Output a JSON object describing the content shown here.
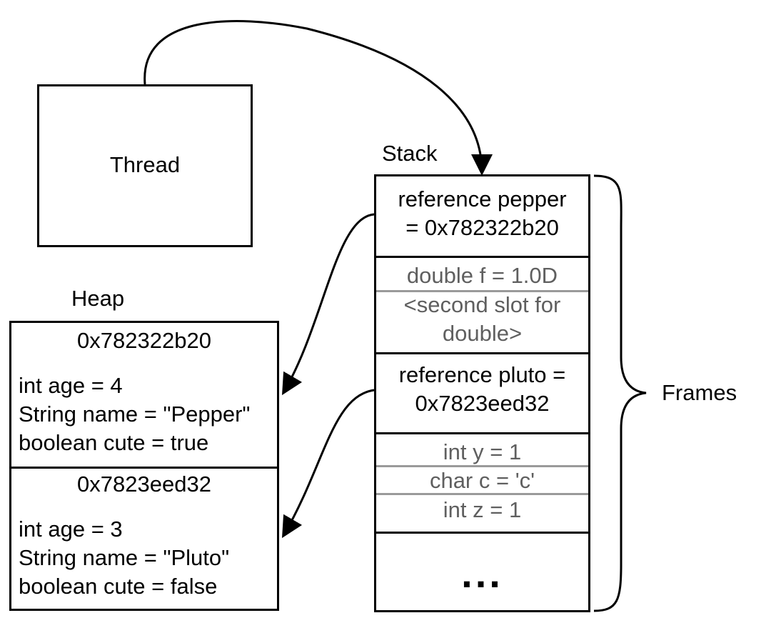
{
  "thread": {
    "label": "Thread"
  },
  "stack": {
    "label": "Stack",
    "cells": [
      {
        "lines": [
          "reference pepper",
          "= 0x782322b20"
        ]
      },
      {
        "lines": [
          "double f = 1.0D"
        ]
      },
      {
        "lines": [
          "<second slot for",
          "double>"
        ]
      },
      {
        "lines": [
          "reference pluto =",
          "0x7823eed32"
        ]
      },
      {
        "lines": [
          "int y = 1"
        ]
      },
      {
        "lines": [
          "char c = 'c'"
        ]
      },
      {
        "lines": [
          "int z = 1"
        ]
      },
      {
        "lines": [
          "..."
        ]
      }
    ]
  },
  "frames": {
    "label": "Frames"
  },
  "heap": {
    "label": "Heap",
    "objects": [
      {
        "address": "0x782322b20",
        "fields": [
          "int age = 4",
          "String name = \"Pepper\"",
          "boolean cute = true"
        ]
      },
      {
        "address": "0x7823eed32",
        "fields": [
          "int age = 3",
          "String name = \"Pluto\"",
          "boolean cute = false"
        ]
      }
    ]
  }
}
